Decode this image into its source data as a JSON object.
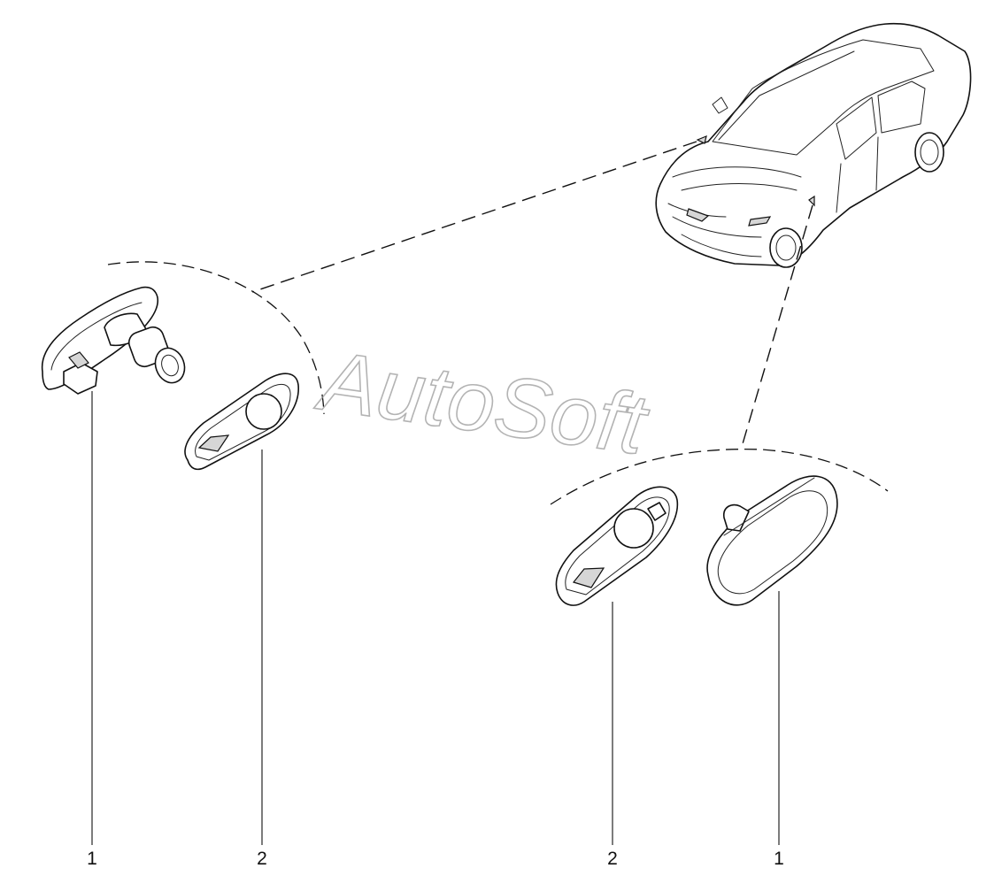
{
  "watermark": "AutoSoft",
  "callouts": {
    "left_lamp": "1",
    "left_gasket": "2",
    "right_gasket": "2",
    "right_lamp": "1"
  },
  "colors": {
    "line": "#111111",
    "watermark": "#9a9a9a",
    "background": "#ffffff"
  }
}
